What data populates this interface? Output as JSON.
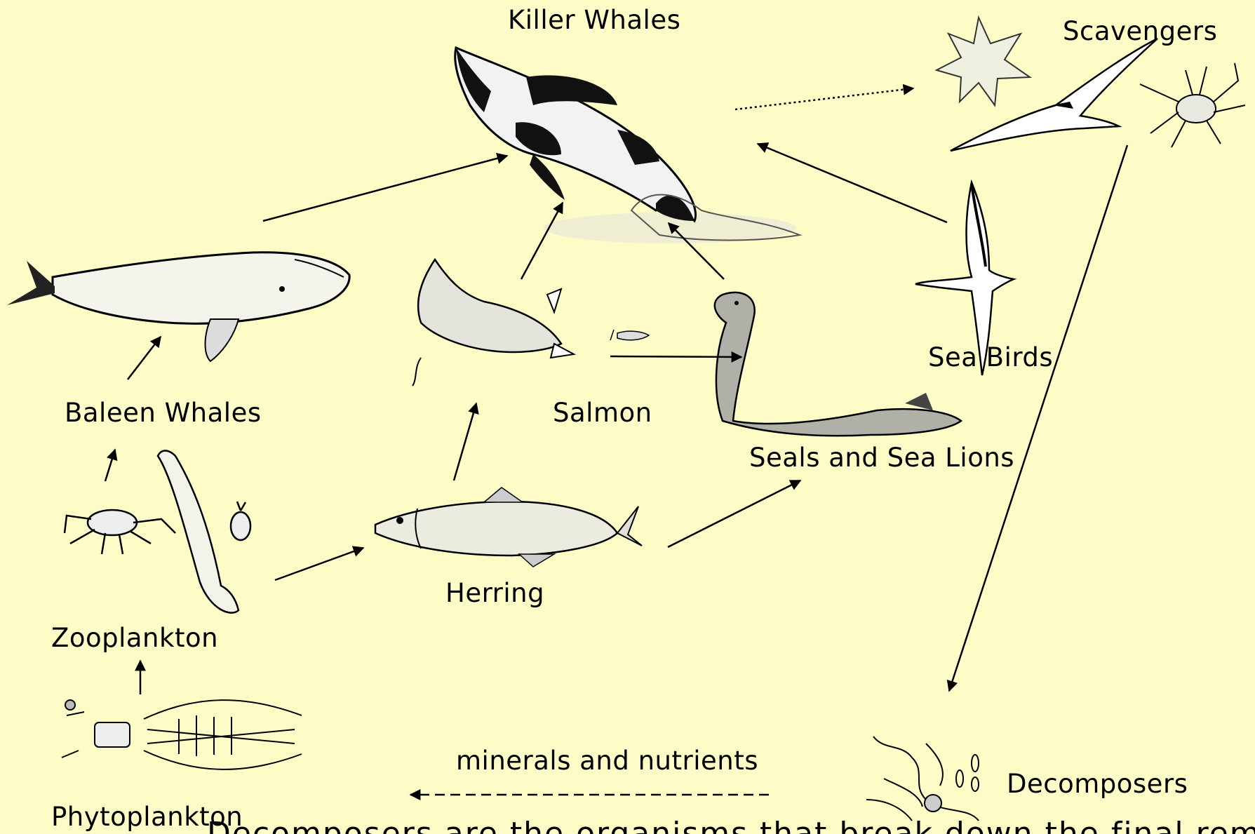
{
  "diagram": {
    "background": "#fefcc6",
    "labels": {
      "killer_whales": "Killer Whales",
      "scavengers": "Scavengers",
      "baleen_whales": "Baleen Whales",
      "salmon": "Salmon",
      "sea_birds": "Sea Birds",
      "seals_and_sea_lions": "Seals and Sea Lions",
      "herring": "Herring",
      "zooplankton": "Zooplankton",
      "phytoplankton": "Phytoplankton",
      "decomposers": "Decomposers",
      "minerals_and_nutrients": "minerals and nutrients"
    },
    "footer_text": "Decomposers are the organisms that break down the final remains of living"
  }
}
